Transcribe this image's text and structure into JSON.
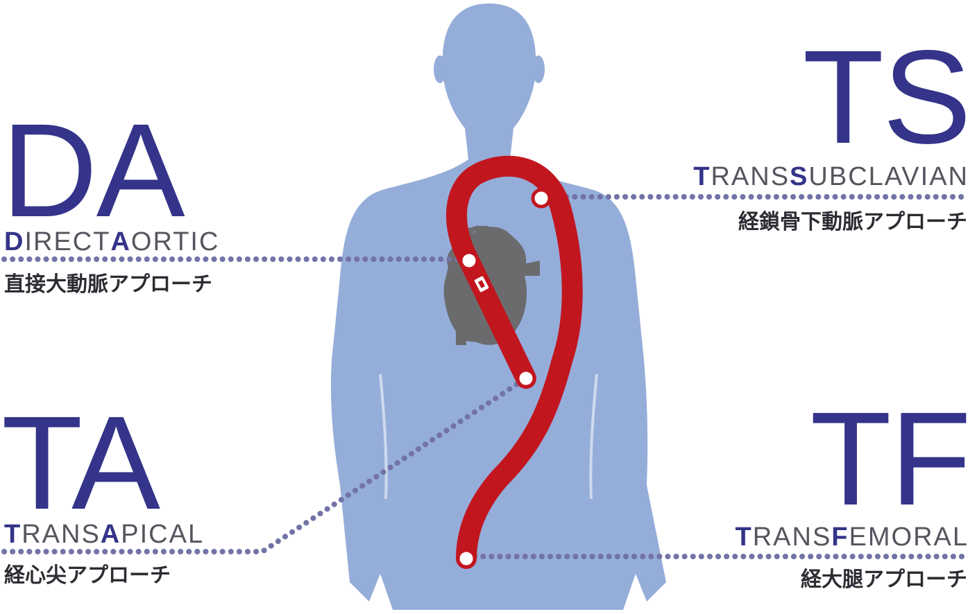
{
  "colors": {
    "body": "#95add9",
    "heart": "#6b6b6e",
    "catheter": "#c2161f",
    "accent": "#34348a",
    "dots": "#7273a6",
    "text_gray": "#55555e"
  },
  "approaches": {
    "da": {
      "abbr": "DA",
      "word1_initial": "D",
      "word1_rest": "IRECT",
      "word2_initial": "A",
      "word2_rest": "ORTIC",
      "japanese": "直接大動脈アプローチ"
    },
    "ta": {
      "abbr": "TA",
      "word1_initial": "T",
      "word1_rest": "RANS",
      "word2_initial": "A",
      "word2_rest": "PICAL",
      "japanese": "経心尖アプローチ"
    },
    "ts": {
      "abbr": "TS",
      "word1_initial": "T",
      "word1_rest": "RANS",
      "word2_initial": "S",
      "word2_rest": "UBCLAVIAN",
      "japanese": "経鎖骨下動脈アプローチ"
    },
    "tf": {
      "abbr": "TF",
      "word1_initial": "T",
      "word1_rest": "RANS",
      "word2_initial": "F",
      "word2_rest": "EMORAL",
      "japanese": "経大腿アプローチ"
    }
  },
  "icons": [
    "human-body-silhouette-icon",
    "heart-icon",
    "catheter-path-icon",
    "valve-icon"
  ]
}
